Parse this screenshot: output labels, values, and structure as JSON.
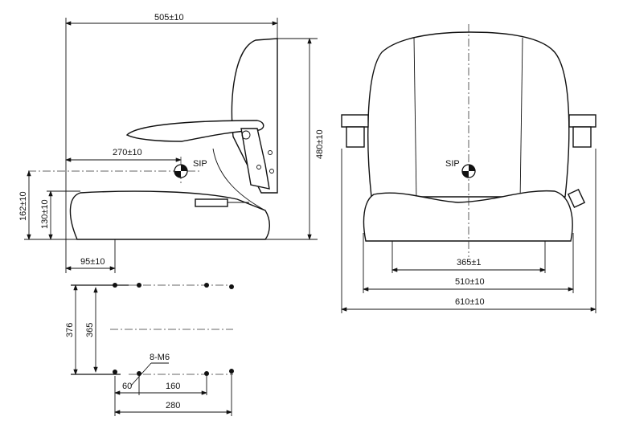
{
  "side_view": {
    "width_dim": "505±10",
    "height_dim": "480±10",
    "sip_depth_dim": "270±10",
    "sip_height_dim": "162±10",
    "seat_height_dim": "130±10",
    "mount_offset_dim": "95±10",
    "sip_label": "SIP"
  },
  "front_view": {
    "sip_label": "SIP",
    "mount_width_dim": "365±1",
    "seat_width_dim": "510±10",
    "overall_width_dim": "610±10"
  },
  "mounting_pattern": {
    "outer_depth_dim": "376",
    "inner_depth_dim": "365",
    "bolt_label": "8-M6",
    "offset_dim": "60",
    "spacing_dim": "160",
    "overall_dim": "280"
  }
}
